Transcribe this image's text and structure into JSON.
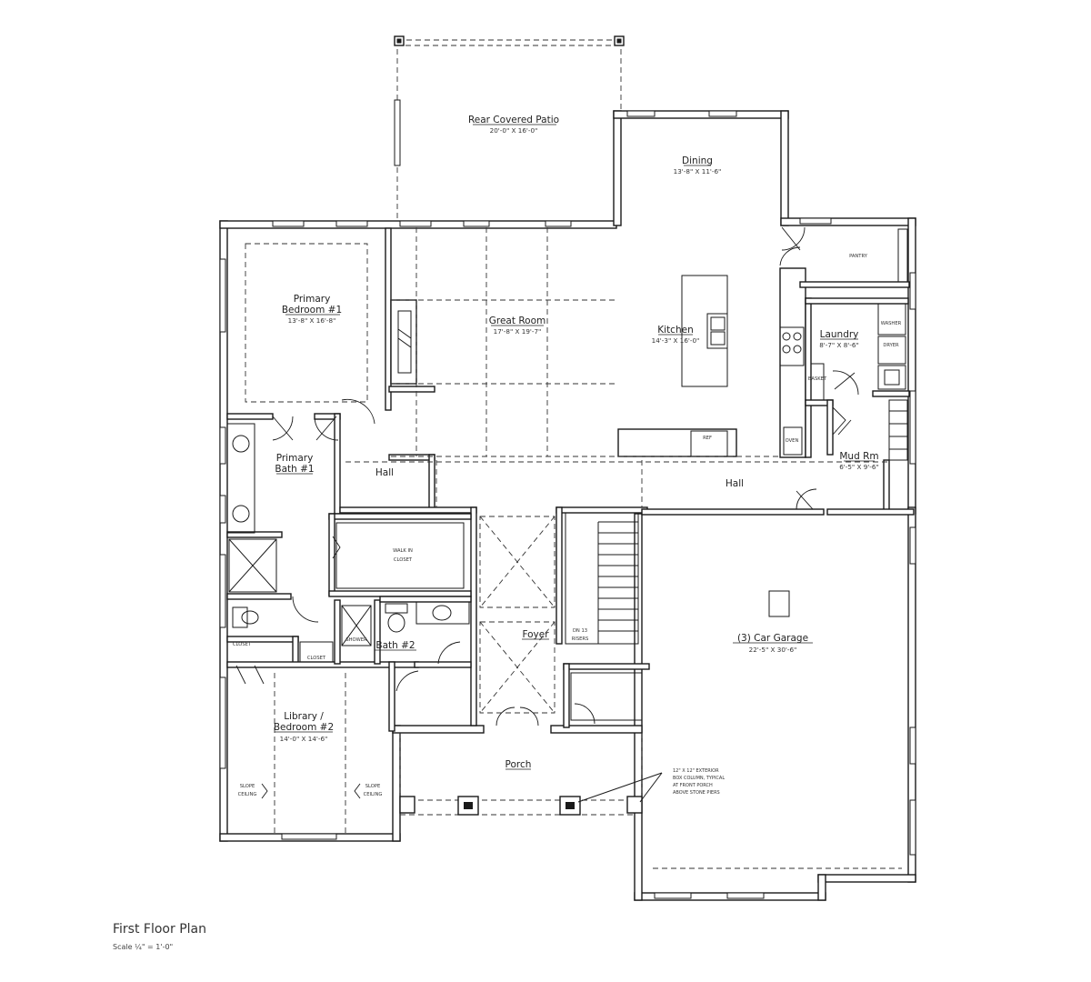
{
  "title": "First Floor Plan",
  "scale": "Scale ¼\" = 1'-0\"",
  "rooms": {
    "rear_patio": {
      "name": "Rear Covered Patio",
      "dims": "20'-0\" X 16'-0\""
    },
    "dining": {
      "name": "Dining",
      "dims": "13'-8\" X 11'-6\""
    },
    "pantry": {
      "name": "PANTRY"
    },
    "primary_bed": {
      "name_1": "Primary",
      "name_2": "Bedroom #1",
      "dims": "13'-8\" X 16'-8\""
    },
    "great_room": {
      "name": "Great Room",
      "dims": "17'-8\" X 19'-7\""
    },
    "kitchen": {
      "name": "Kitchen",
      "dims": "14'-3\" X 16'-0\""
    },
    "laundry": {
      "name": "Laundry",
      "dims": "8'-7\" X 8'-6\""
    },
    "primary_bath": {
      "name_1": "Primary",
      "name_2": "Bath #1"
    },
    "hall_left": {
      "name": "Hall"
    },
    "mud_room": {
      "name": "Mud Rm",
      "dims": "6'-5\" X 9'-6\""
    },
    "hall_right": {
      "name": "Hall"
    },
    "walk_in": {
      "name_1": "WALK IN",
      "name_2": "CLOSET"
    },
    "garage": {
      "name": "(3) Car Garage",
      "dims": "22'-5\" X 30'-6\""
    },
    "foyer": {
      "name": "Foyer"
    },
    "bath2": {
      "name": "Bath #2"
    },
    "library": {
      "name_1": "Library /",
      "name_2": "Bedroom #2",
      "dims": "14'-0\" X 14'-6\""
    },
    "porch": {
      "name": "Porch"
    }
  },
  "fixtures": {
    "washer": "WASHER",
    "dryer": "DRYER",
    "ref": "REF",
    "oven": "OVEN",
    "shower": "SHOWER",
    "closet_a": "CLOSET",
    "closet_b": "CLOSET",
    "basket": "BASKET",
    "slope_left_1": "SLOPE",
    "slope_left_2": "CEILING",
    "slope_right_1": "SLOPE",
    "slope_right_2": "CEILING",
    "stair_1": "DN 13",
    "stair_2": "RISERS"
  },
  "column_note": [
    "12\" X 12\" EXTERIOR",
    "BOX COLUMN, TYPICAL",
    "AT FRONT PORCH",
    "ABOVE STONE PIERS"
  ]
}
